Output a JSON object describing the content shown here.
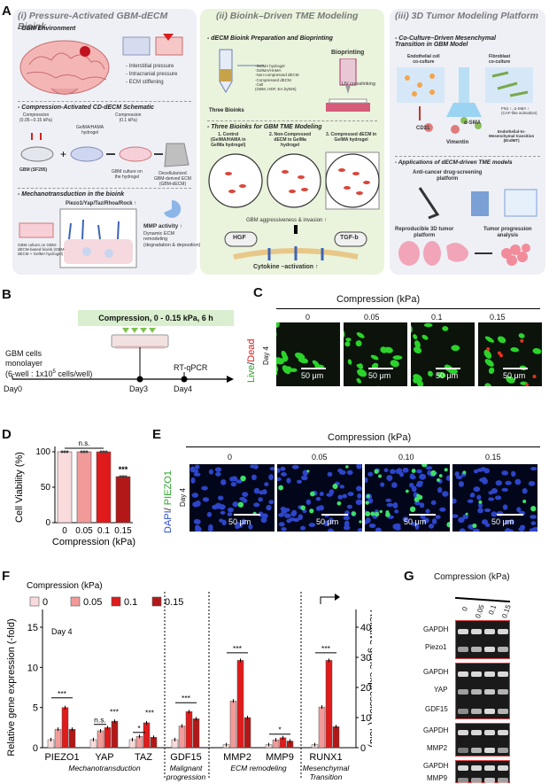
{
  "panel_A": {
    "letter": "A",
    "i_title": "(i) Pressure-Activated GBM-dECM Bioink",
    "ii_title": "(ii) Bioink–Driven TME Modeling",
    "iii_title": "(iii) 3D Tumor Modeling Platform",
    "i_sub1": "- GBM Environment",
    "i_env": [
      "- Interstitial pressure",
      "- Intracranial pressure",
      "- ECM stiffening"
    ],
    "i_sub2": "- Compression-Activated CD-dECM Schematic",
    "i_comp1": "Compression\n(0.05∼0.15 kPa)",
    "i_comp2": "Compression\n(0.1 kPa)",
    "i_gelma": "GelMA/HAMA\nhydrogel",
    "i_gbm": "GBM (SF295)",
    "i_culture": "GBM culture on\nthe hydrogel",
    "i_decell": "Decellularized\nGBM-derived ECM\n(GBM-dECM)",
    "i_sub3": "- Mechanotransduction in the bioink",
    "i_pathway": "Piezo1/Yap/Taz/Rhoa/Rock ↑",
    "i_mmp": "MMP activity ↑",
    "i_remodel": "Dynamic ECM\nremodeling\n(degradation & deposition)",
    "i_gbmcult": "GBM culture on GBM-\ndECM-based bioink (GBM-\ndECM + GelMA hydrogel)",
    "ii_sub1": "- dECM Bioink Preparation and Bioprinting",
    "ii_bioprint": "Bioprinting",
    "ii_uv": "UV crosslinking",
    "ii_legend": "·GelMA hydrogel\n·GelMA/HAMA\n·Non-compressed dECM\n·Compressed dECM\n·Cell\n(GBM, HDF, EA.hy926)",
    "ii_three": "Three Bioinks",
    "ii_sub2": "- Three Bioinks for GBM TME Modeling",
    "ii_b1": "1. Control\n(GelMA/HAMA in\nGelMa hydrogel)",
    "ii_b2": "2. Non-Compressed\ndECM in GelMa\nhydrogel",
    "ii_b3": "3. Compressed dECM in\nGelMA hydrogel",
    "ii_aggr": "GBM aggressiveness & invasion ↑",
    "ii_hgf": "HGF",
    "ii_tgf": "TGF-b",
    "ii_cyto": "Cytokine –activation ↑",
    "iii_sub1": "- Co-Culture–Driven Mesenchymal\nTransition in GBM Model",
    "iii_endo": "Endothelial cell\nco-culture",
    "iii_fibro": "Fibroblast\nco-culture",
    "iii_fn1": "FN1 ↑, α-SMA ↑\n(CAF-like activation)",
    "iii_cd31": "CD31",
    "iii_asma": "α-SMA",
    "iii_vim": "Vimentin",
    "iii_endmt": "Endothelial-to-\nMesenchymal transition\n(EndMT)",
    "iii_sub2": "- Applications of dECM-driven TME models",
    "iii_anti": "Anti-cancer drug-screening\nplatform",
    "iii_repro": "Reproducible 3D tumor\nplatform",
    "iii_prog": "Tumor progression\nanalysis"
  },
  "panel_B": {
    "letter": "B",
    "banner": "Compression, 0 - 0.15 kPa, 6 h",
    "cells": "GBM cells\nmonolayer\n(6-well : 1x10",
    "cells_sup": "5",
    "cells_end": " cells/well)",
    "rt": "RT-qPCR",
    "days": [
      "Day0",
      "Day3",
      "Day4"
    ]
  },
  "panel_C": {
    "letter": "C",
    "title": "Compression (kPa)",
    "cols": [
      "0",
      "0.05",
      "0.1",
      "0.15"
    ],
    "ylabel_live": "Live",
    "ylabel_sep": "/",
    "ylabel_dead": "Dead",
    "day": "Day 4",
    "scale": "50 μm"
  },
  "panel_E": {
    "letter": "E",
    "title": "Compression (kPa)",
    "cols": [
      "0",
      "0.05",
      "0.10",
      "0.15"
    ],
    "ylabel_dapi": "DAPI",
    "ylabel_sep": "/ ",
    "ylabel_piezo": "PIEZO1",
    "day": "Day 4",
    "scale": "50 μm"
  },
  "panel_G": {
    "letter": "G",
    "title": "Compression (kPa)",
    "cols": [
      "0",
      "0.05",
      "0.1",
      "0.15"
    ],
    "rows": [
      "GAPDH",
      "Piezo1",
      "GAPDH",
      "YAP",
      "GDF15",
      "GAPDH",
      "MMP2",
      "GAPDH",
      "MMP9"
    ]
  },
  "chart_data": [
    {
      "panel": "D",
      "type": "bar",
      "categories": [
        "0",
        "0.05",
        "0.1",
        "0.15"
      ],
      "values": [
        100,
        100,
        100,
        65
      ],
      "errors": [
        1,
        1,
        1,
        2
      ],
      "xlabel": "Compression (kPa)",
      "ylabel": "Cell Viability (%)",
      "ylim": [
        0,
        100
      ],
      "yticks": [
        0,
        50,
        100
      ],
      "annotations": [
        "n.s.",
        "***"
      ],
      "colors": [
        "#fadbdb",
        "#f29a9a",
        "#e01b1b",
        "#b21818"
      ]
    },
    {
      "panel": "F",
      "type": "bar",
      "legend_title": "Compression (kPa)",
      "legend": [
        "0",
        "0.05",
        "0.1",
        "0.15"
      ],
      "day": "Day 4",
      "categories": [
        "PIEZO1",
        "YAP",
        "TAZ",
        "GDF15",
        "MMP2",
        "MMP9",
        "RUNX1"
      ],
      "groups": [
        "Mechanotransduction",
        "Malignant\nprogression",
        "ECM remodeling",
        "Mesenchymal\nTransition"
      ],
      "series": [
        {
          "name": "0",
          "values": [
            1.0,
            1.0,
            1.0,
            1.0,
            1.0,
            1.0,
            1.0
          ]
        },
        {
          "name": "0.05",
          "values": [
            2.3,
            2.1,
            1.4,
            2.7,
            15.5,
            2.6,
            13.5
          ]
        },
        {
          "name": "0.1",
          "values": [
            5.0,
            2.5,
            3.1,
            4.5,
            29.0,
            3.3,
            29.0
          ]
        },
        {
          "name": "0.15",
          "values": [
            2.3,
            3.3,
            1.3,
            3.6,
            10.0,
            2.2,
            7.0
          ]
        }
      ],
      "left_axis": {
        "label": "Relative gene expression (-fold)",
        "ylim": [
          0,
          15
        ],
        "yticks": [
          0,
          5,
          10,
          15
        ]
      },
      "right_axis": {
        "label": "Relative gene expression (-fold)",
        "ylim": [
          0,
          40
        ],
        "yticks": [
          0,
          10,
          20,
          30,
          40
        ],
        "applies_to": [
          "MMP2",
          "MMP9",
          "RUNX1"
        ]
      },
      "annotations": [
        "***",
        "n.s.",
        "***",
        "*",
        "***",
        "***",
        "***",
        "*",
        "***"
      ],
      "colors": [
        "#fadbdb",
        "#f29a9a",
        "#e01b1b",
        "#b21818"
      ]
    }
  ]
}
